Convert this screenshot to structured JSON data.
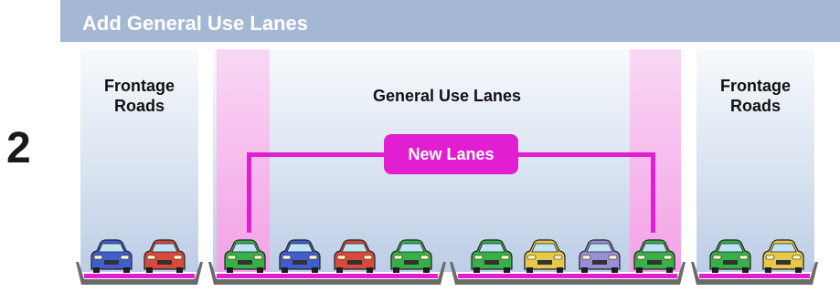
{
  "header": {
    "title": "Add General Use Lanes"
  },
  "step_number": "2",
  "sections": {
    "left_frontage": {
      "label_line1": "Frontage",
      "label_line2": "Roads"
    },
    "general_use": {
      "label": "General Use Lanes"
    },
    "right_frontage": {
      "label_line1": "Frontage",
      "label_line2": "Roads"
    }
  },
  "new_lanes": {
    "label": "New Lanes"
  },
  "cars": [
    {
      "color": "#3f5fd0"
    },
    {
      "color": "#d84a3a"
    },
    {
      "color": "#38b048"
    },
    {
      "color": "#3f5fd0"
    },
    {
      "color": "#d84a3a"
    },
    {
      "color": "#38b048"
    },
    {
      "color": "#38b048"
    },
    {
      "color": "#e6c84a"
    },
    {
      "color": "#9a8fd6"
    },
    {
      "color": "#38b048"
    },
    {
      "color": "#38b048"
    },
    {
      "color": "#e6c84a"
    }
  ],
  "colors": {
    "header_bg": "#a4b8d3",
    "new_lanes_accent": "#e21fd0",
    "road_gray": "#6b6b6b",
    "stripe": "#e21fd0"
  }
}
